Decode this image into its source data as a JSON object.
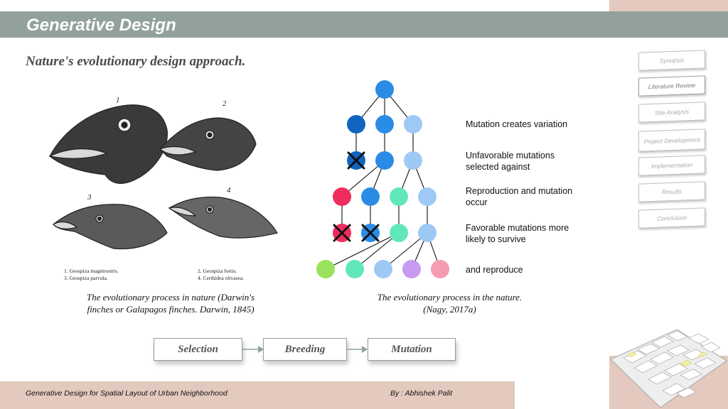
{
  "header": {
    "title": "Generative Design"
  },
  "subtitle": "Nature's evolutionary design approach.",
  "nav": [
    {
      "label": "Synopsis"
    },
    {
      "label": "Literature Review"
    },
    {
      "label": "Site Analysis"
    },
    {
      "label": "Project Development"
    },
    {
      "label": "Implementation"
    },
    {
      "label": "Results"
    },
    {
      "label": "Conclusion"
    }
  ],
  "finches": {
    "numbers": [
      "1",
      "2",
      "3",
      "4"
    ],
    "legend_left_1": "1. Geospiza magnirostris.",
    "legend_left_2": "3. Geospiza parvula.",
    "legend_right_1": "2. Geospiza fortis.",
    "legend_right_2": "4. Certhidea olivasea."
  },
  "captions": {
    "left_line1": "The evolutionary process in nature (Darwin's",
    "left_line2": "finches or Galapagos finches. Darwin, 1845)",
    "right_line1": "The evolutionary process in the nature.",
    "right_line2": "(Nagy, 2017a)"
  },
  "tree_labels": {
    "l1a": "Mutation creates variation",
    "l2a": "Unfavorable mutations",
    "l2b": "selected against",
    "l3a": "Reproduction and mutation",
    "l3b": "occur",
    "l4a": "Favorable mutations more",
    "l4b": "likely to survive",
    "l5a": "and reproduce"
  },
  "flow": [
    "Selection",
    "Breeding",
    "Mutation"
  ],
  "footer": {
    "left": "Generative Design for Spatial Layout of Urban Neighborhood",
    "right": "By : Abhishek Palit"
  },
  "colors": {
    "header": "#93a19c",
    "sidebar": "#e4c9bf",
    "node_blue": "#2b8ce6",
    "node_dark_blue": "#0f65bf",
    "node_light_blue": "#9fc9f5",
    "node_red": "#ee2d5d",
    "node_mint": "#62e7bd",
    "node_green": "#9be25c",
    "node_purple": "#c89af0",
    "node_pink": "#f59bb2"
  }
}
